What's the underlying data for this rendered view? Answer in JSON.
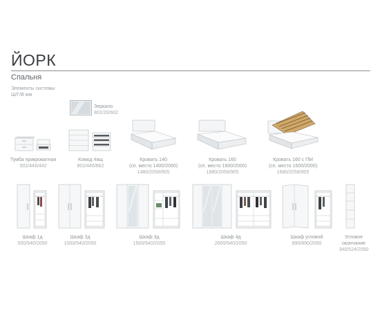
{
  "header": {
    "title": "ЙОРК",
    "subtitle": "Спальня",
    "spec_line1": "Элементы системы",
    "spec_line2": "Ш/Г/В мм"
  },
  "items": [
    {
      "name": "Зеркало",
      "dims": "802/20/602"
    },
    {
      "name": "Тумба прикроватная",
      "dims": "502/446/442"
    },
    {
      "name": "Комод 4ящ",
      "dims": "802/446/862"
    },
    {
      "name": "Кровать 140",
      "note": "(сп. место 1400/2000)",
      "dims": "1480/2058/905"
    },
    {
      "name": "Кровать 160",
      "note": "(сп. место 1600/2000)",
      "dims": "1680/2058/905"
    },
    {
      "name": "Кровать 160 с ПМ",
      "note": "(сп. место 1600/2000)",
      "dims": "1680/2058/905"
    },
    {
      "name": "Шкаф 1д",
      "dims": "500/540/2050"
    },
    {
      "name": "Шкаф 2д",
      "dims": "1000/540/2050"
    },
    {
      "name": "Шкаф 3д",
      "dims": "1500/540/2050"
    },
    {
      "name": "Шкаф 4д",
      "dims": "2000/540/2050"
    },
    {
      "name": "Шкаф угловой",
      "dims": "890/890/2050"
    },
    {
      "name": "Угловое",
      "name2": "окончание",
      "dims": "340/524/2050"
    }
  ]
}
